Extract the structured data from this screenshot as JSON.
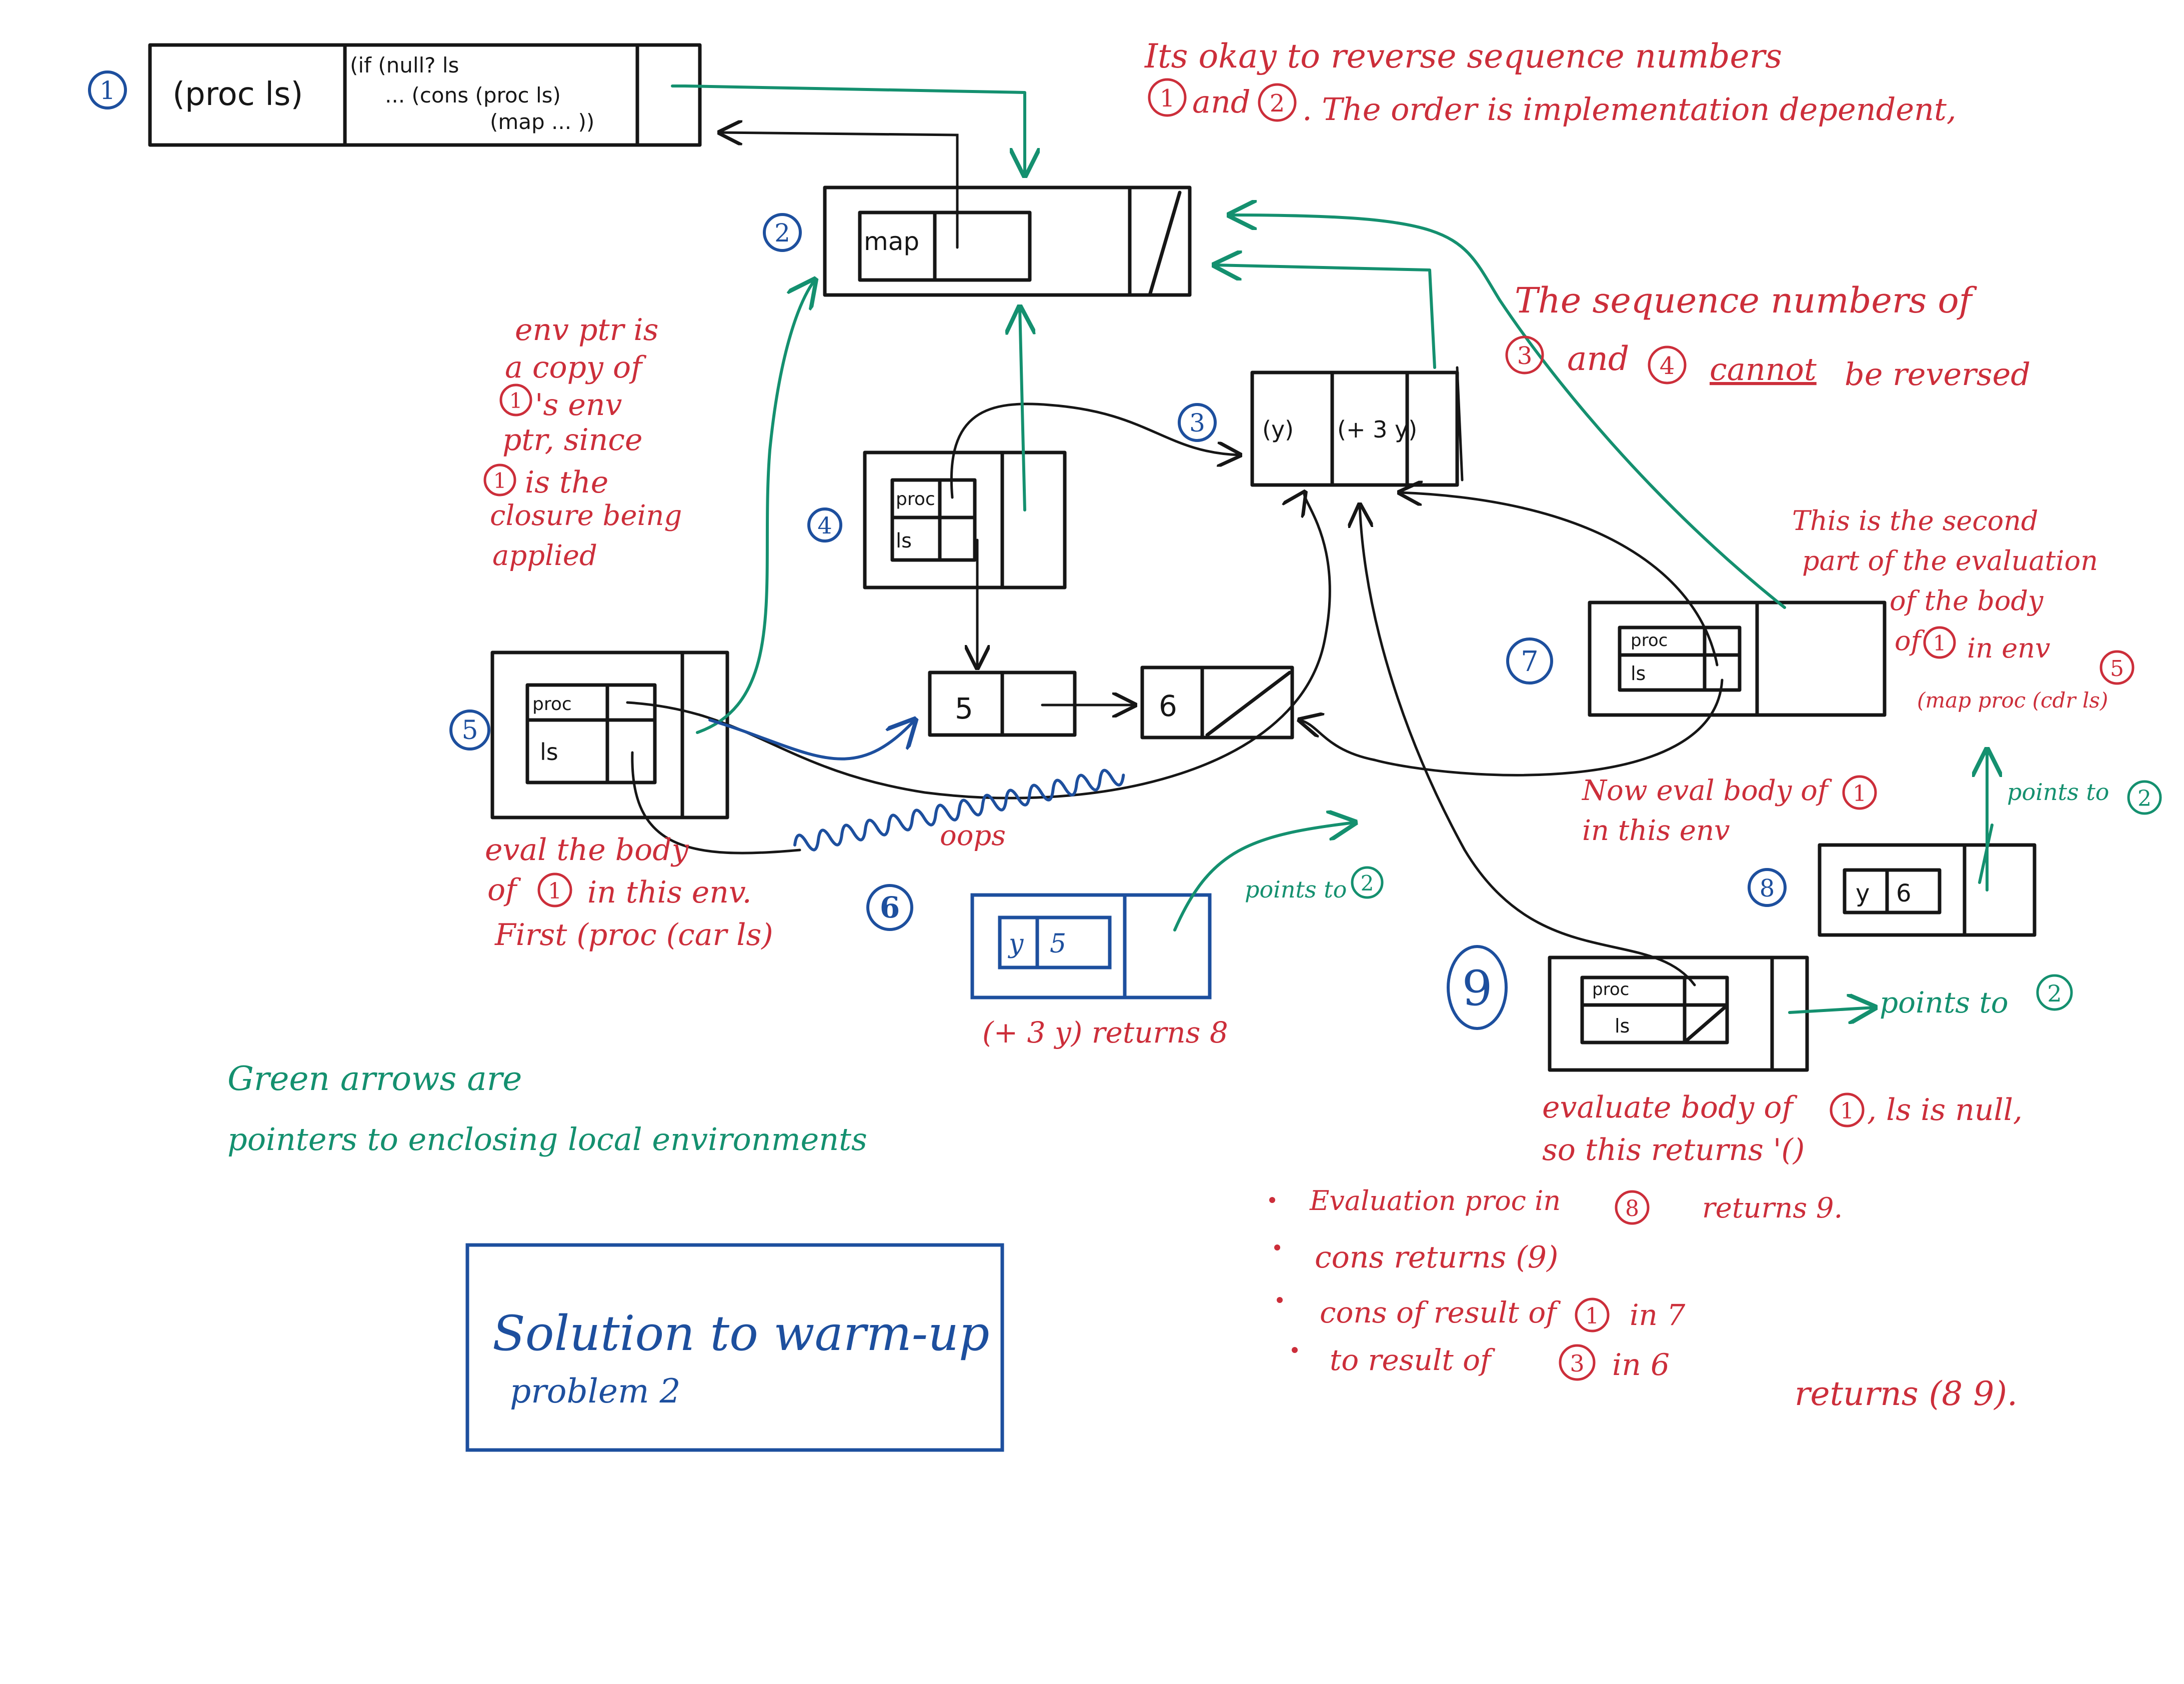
{
  "colors": {
    "black": "#161616",
    "red": "#cc2e3a",
    "green": "#14906f",
    "blue": "#1d4f9e"
  },
  "labels": {
    "n1": "1",
    "n2": "2",
    "n3": "3",
    "n4": "4",
    "n5": "5",
    "n6": "6",
    "n7": "7",
    "n8": "8",
    "n9": "9"
  },
  "frame1": {
    "params": "(proc ls)",
    "body_1": "(if (null? ls",
    "body_2": "... (cons (proc ls)",
    "body_3": "(map ... ))"
  },
  "frame2": {
    "var": "map"
  },
  "frame3": {
    "params": "(y)",
    "body": "(+ 3 y)"
  },
  "frame4": {
    "var1": "proc",
    "var2": "ls"
  },
  "frame5": {
    "var1": "proc",
    "var2": "ls"
  },
  "frame7": {
    "var1": "proc",
    "var2": "ls"
  },
  "frame8": {
    "var": "y",
    "val": "6"
  },
  "frame9": {
    "var1": "proc",
    "var2": "ls"
  },
  "frame6": {
    "var": "y",
    "val": "5"
  },
  "cons": {
    "first": "5",
    "second": "6"
  },
  "notes": {
    "reverse_1a": "Its okay to reverse sequence numbers",
    "reverse_1b_and": "and",
    "reverse_1b_rest": ". The order is implementation dependent,",
    "reverse_2a": "The sequence numbers of",
    "reverse_2b_and": "and",
    "reverse_2b_cannot": "cannot",
    "reverse_2b_rest": "be reversed",
    "env_ptr_1": "env ptr is",
    "env_ptr_2": "a copy of",
    "env_ptr_3": "'s env",
    "env_ptr_4": "ptr, since",
    "env_ptr_5": "is the",
    "env_ptr_6": "closure being",
    "env_ptr_7": "applied",
    "second_part_1": "This is the second",
    "second_part_2": "part of the evaluation",
    "second_part_3": "of the body",
    "second_part_4a": "of",
    "second_part_4b": "in env",
    "second_part_5": "(map proc (cdr ls)",
    "points_to": "points to",
    "now_eval_1": "Now eval body of",
    "now_eval_2": "in this env",
    "oops": "oops",
    "eval_body_1": "eval the body",
    "eval_body_2a": "of",
    "eval_body_2b": "in this env.",
    "eval_body_3": "First (proc (car ls)",
    "returns_8": "(+ 3 y) returns 8",
    "evaluate_body_1a": "evaluate body of",
    "evaluate_body_1b": ", ls is null,",
    "evaluate_body_2": "so this returns '()",
    "bullet_1a": "Evaluation proc in",
    "bullet_1b": "returns 9.",
    "bullet_2": "cons returns (9)",
    "bullet_3a": "cons of result of",
    "bullet_3b": "in 7",
    "bullet_4a": "to result of",
    "bullet_4b": "in 6",
    "bullet_4c": "returns (8 9).",
    "green_1": "Green arrows are",
    "green_2": "pointers to enclosing local environments"
  },
  "title": {
    "line1": "Solution to warm-up",
    "line2": "problem 2"
  }
}
